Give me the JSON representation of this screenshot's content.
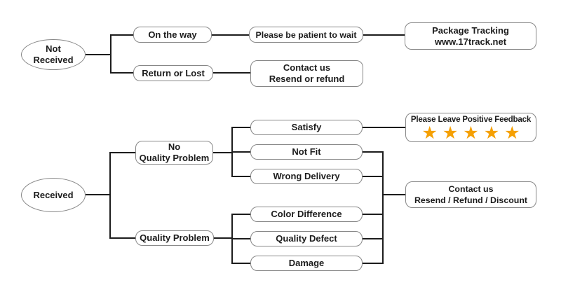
{
  "diagram": {
    "colors": {
      "background": "#ffffff",
      "line": "#1c1c1c",
      "box_border": "#878787",
      "text": "#1c1c1c",
      "star": "#f5a003"
    },
    "nodes": {
      "not_received": "Not\nReceived",
      "on_the_way": "On the way",
      "return_or_lost": "Return or Lost",
      "please_be_patient": "Please be patient to wait",
      "package_tracking": "Package Tracking\nwww.17track.net",
      "contact_resend_refund": "Contact us\nResend or refund",
      "received": "Received",
      "no_quality_problem": "No\nQuality Problem",
      "quality_problem": "Quality Problem",
      "satisfy": "Satisfy",
      "not_fit": "Not Fit",
      "wrong_delivery": "Wrong Delivery",
      "color_difference": "Color Difference",
      "quality_defect": "Quality Defect",
      "damage": "Damage",
      "positive_feedback_title": "Please Leave Positive Feedback",
      "positive_feedback_stars": "★★★★★",
      "contact_resend_refund_discount": "Contact us\nResend / Refund / Discount"
    }
  }
}
